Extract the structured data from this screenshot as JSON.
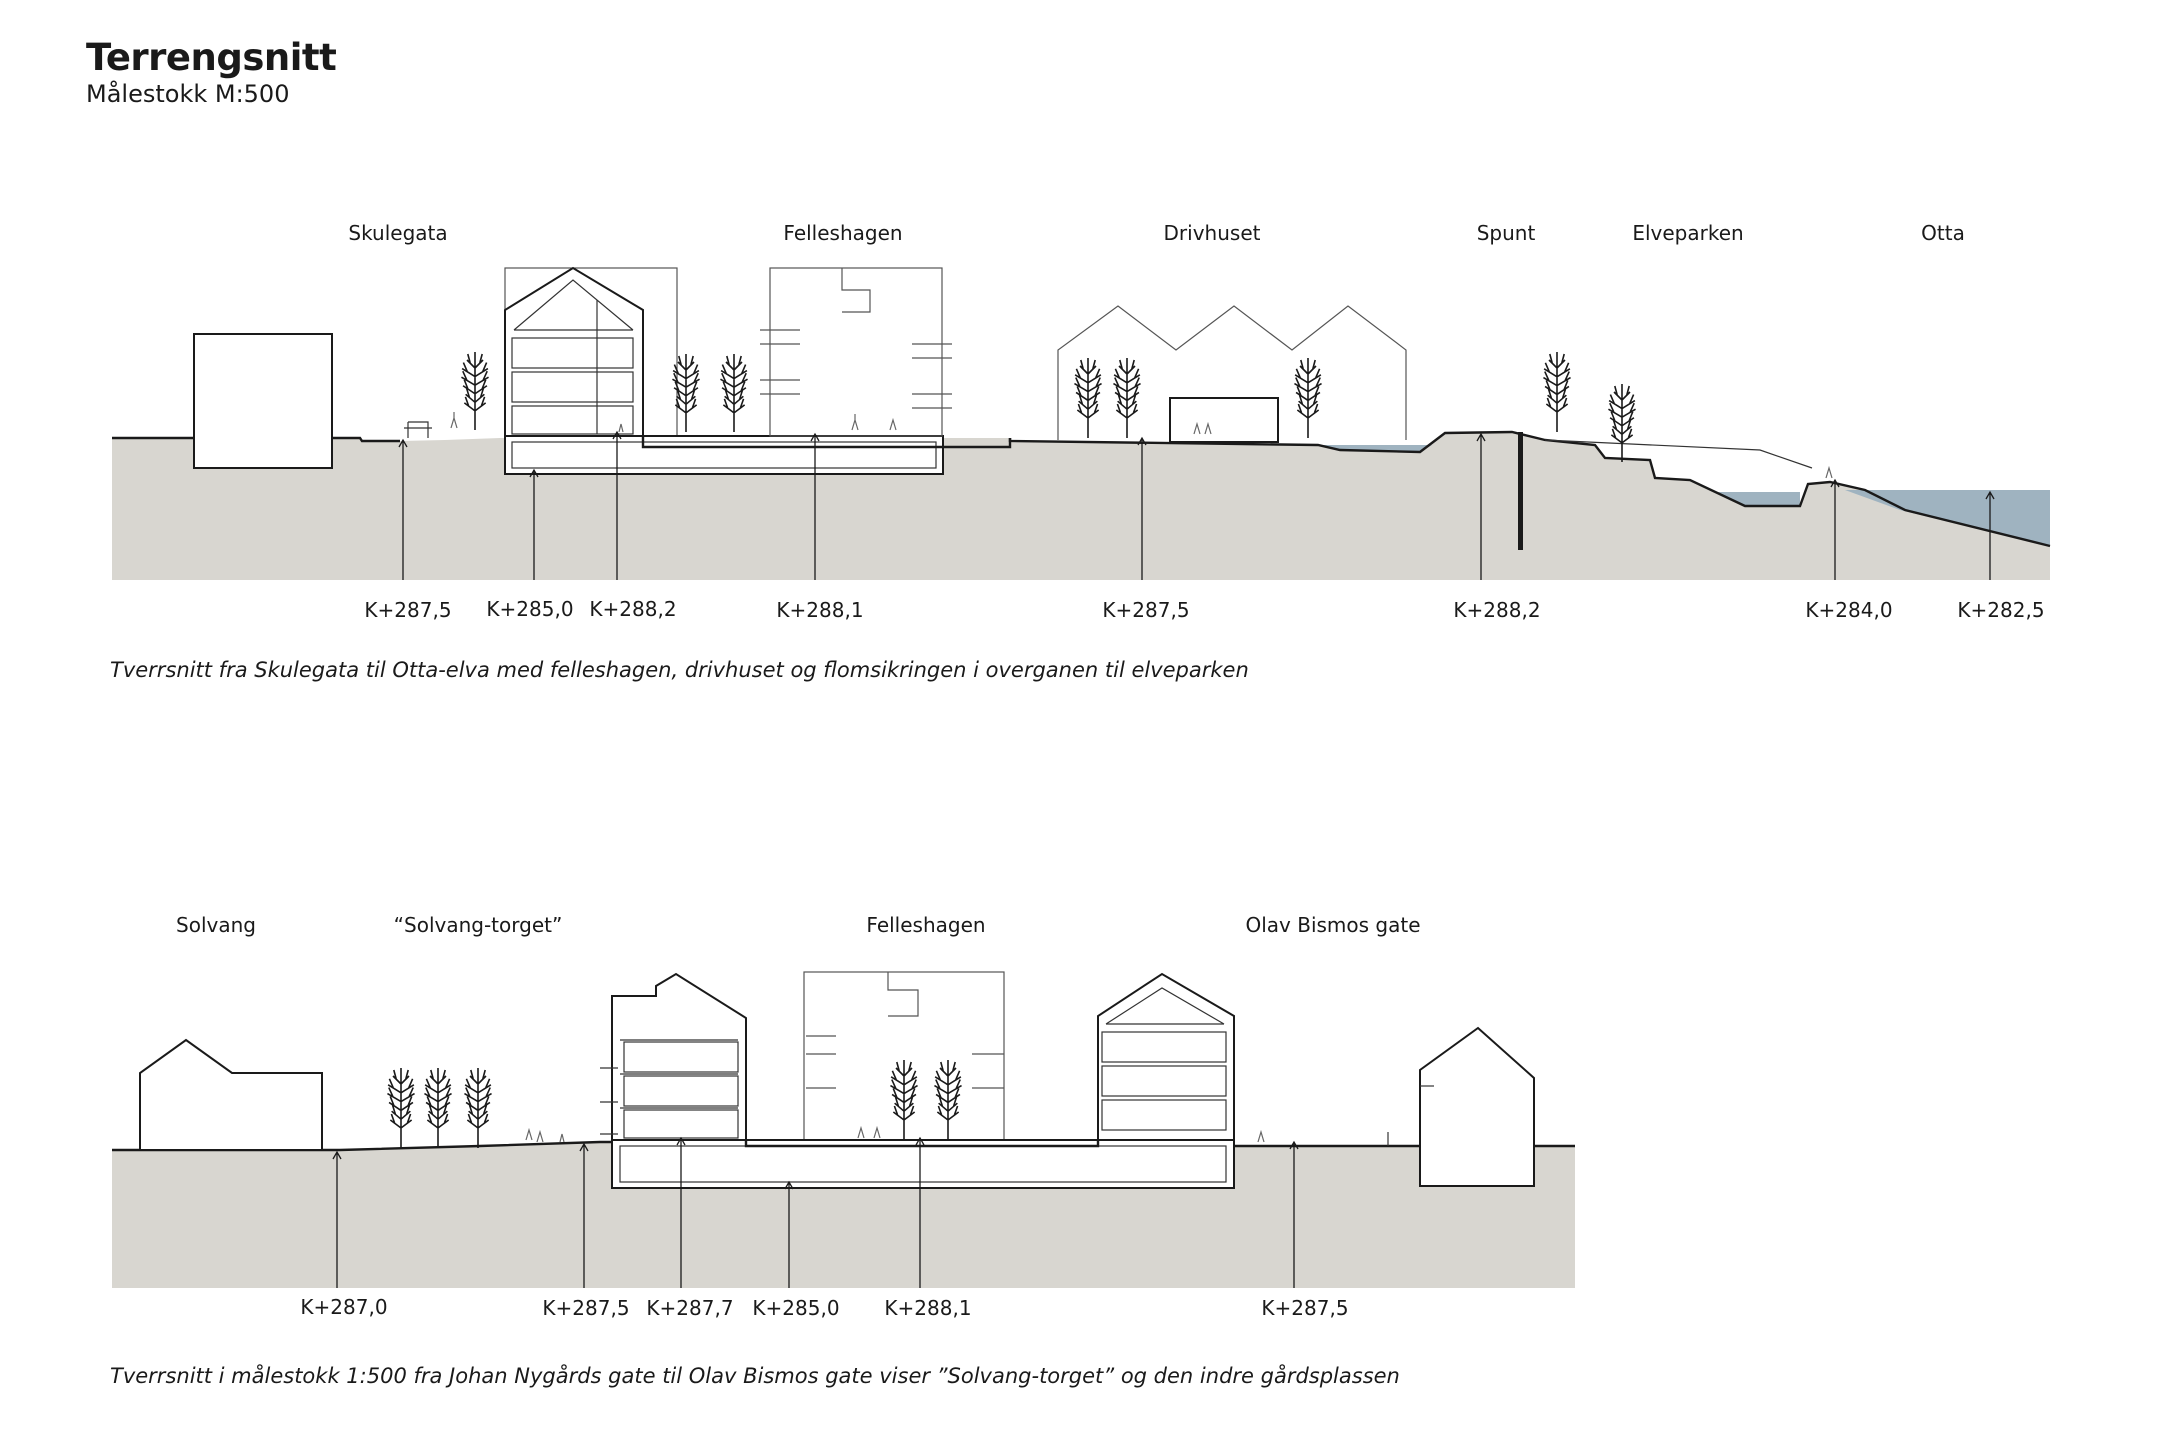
{
  "title": "Terrengsnitt",
  "subtitle": "Målestokk M:500",
  "section1": {
    "zones": [
      "Skulegata",
      "Felleshagen",
      "Drivhuset",
      "Spunt",
      "Elveparken",
      "Otta"
    ],
    "elevations": [
      "K+287,5",
      "K+285,0",
      "K+288,2",
      "K+288,1",
      "K+287,5",
      "K+288,2",
      "K+284,0",
      "K+282,5"
    ],
    "caption": "Tverrsnitt fra Skulegata til Otta-elva med felleshagen, drivhuset og flomsikringen i overganen til elveparken"
  },
  "section2": {
    "zones": [
      "Solvang",
      "“Solvang-torget”",
      "Felleshagen",
      "Olav Bismos gate"
    ],
    "elevations": [
      "K+287,0",
      "K+287,5",
      "K+287,7",
      "K+285,0",
      "K+288,1",
      "K+287,5"
    ],
    "caption": "Tverrsnitt i målestokk 1:500 fra Johan Nygårds gate til Olav Bismos gate viser ”Solvang-torget” og den indre gårdsplassen"
  },
  "colors": {
    "ground": "#d8d6d0",
    "water": "#9fb3c0",
    "line": "#1a1a1a"
  }
}
